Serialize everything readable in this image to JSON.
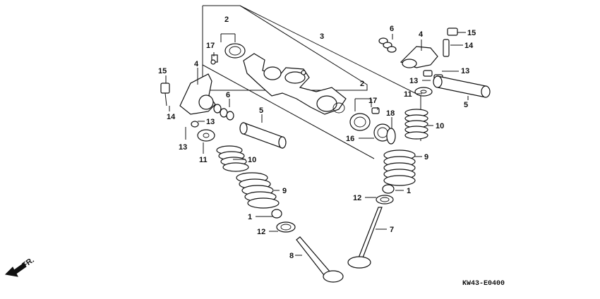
{
  "diagram": {
    "part_code": "KW43-E0400",
    "direction_label": "FR.",
    "callouts": {
      "c2a": "2",
      "c17a": "17",
      "c3": "3",
      "c6a": "6",
      "c4a": "4",
      "c15a": "15",
      "c14a": "14",
      "c13a": "13",
      "c13b": "13",
      "c11a": "11",
      "c5a": "5",
      "c15b": "15",
      "c4b": "4",
      "c14b": "14",
      "c6b": "6",
      "c5b": "5",
      "c13c": "13",
      "c13d": "13",
      "c11b": "11",
      "c2b": "2",
      "c17b": "17",
      "c18": "18",
      "c10a": "10",
      "c16": "16",
      "c9a": "9",
      "c10b": "10",
      "c9b": "9",
      "c1a": "1",
      "c12a": "12",
      "c1b": "1",
      "c12b": "12",
      "c7": "7",
      "c8": "8"
    }
  }
}
